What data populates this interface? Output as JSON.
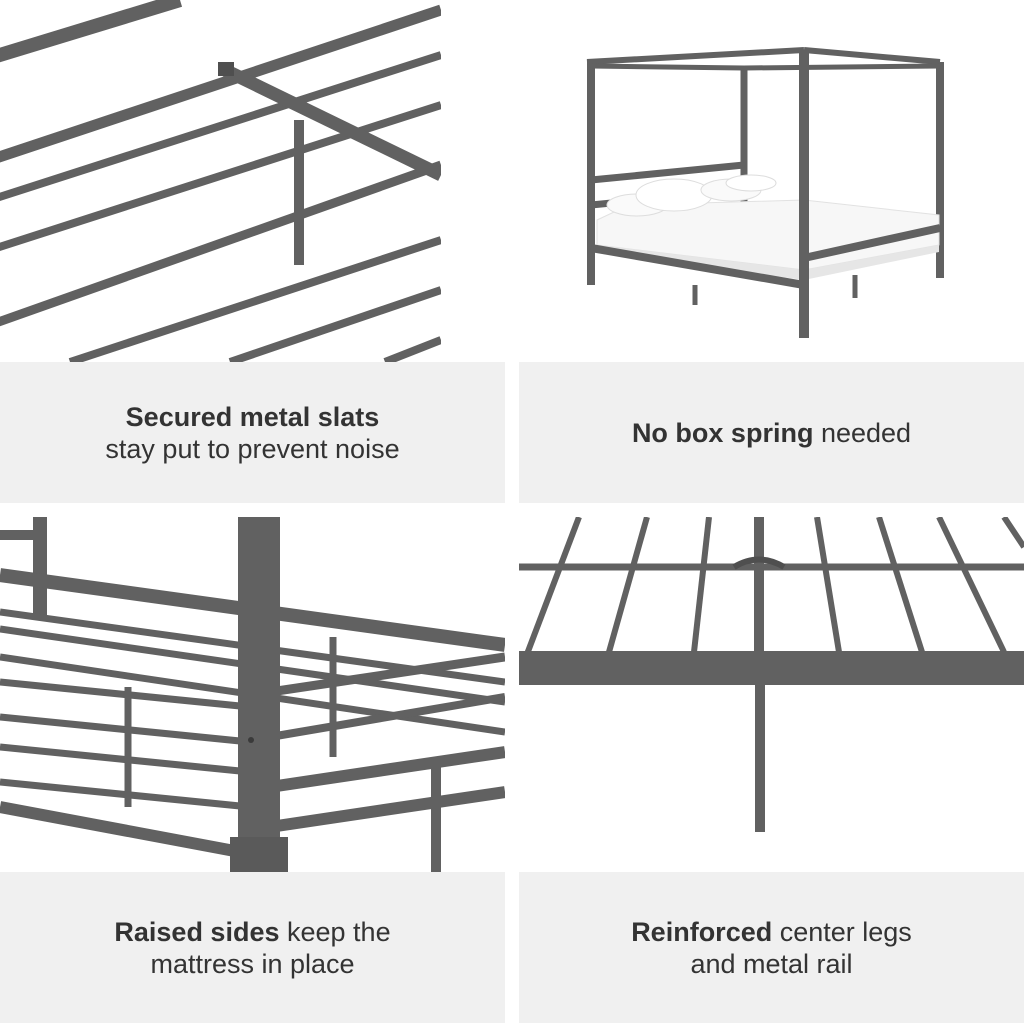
{
  "colors": {
    "metal": "#616161",
    "metal_dark": "#4f4f4f",
    "caption_bg": "#f0f0f0",
    "text": "#333333"
  },
  "panels": [
    {
      "bold": "Secured metal slats",
      "text": "stay put to prevent noise",
      "image": "metal slats close-up"
    },
    {
      "bold": "No box spring",
      "text": "needed",
      "image": "canopy bed with mattress"
    },
    {
      "bold": "Raised sides",
      "text": "keep the mattress in place",
      "image": "raised side rail close-up"
    },
    {
      "bold": "Reinforced",
      "text": "center legs and metal rail",
      "image": "center leg and rail close-up"
    }
  ]
}
